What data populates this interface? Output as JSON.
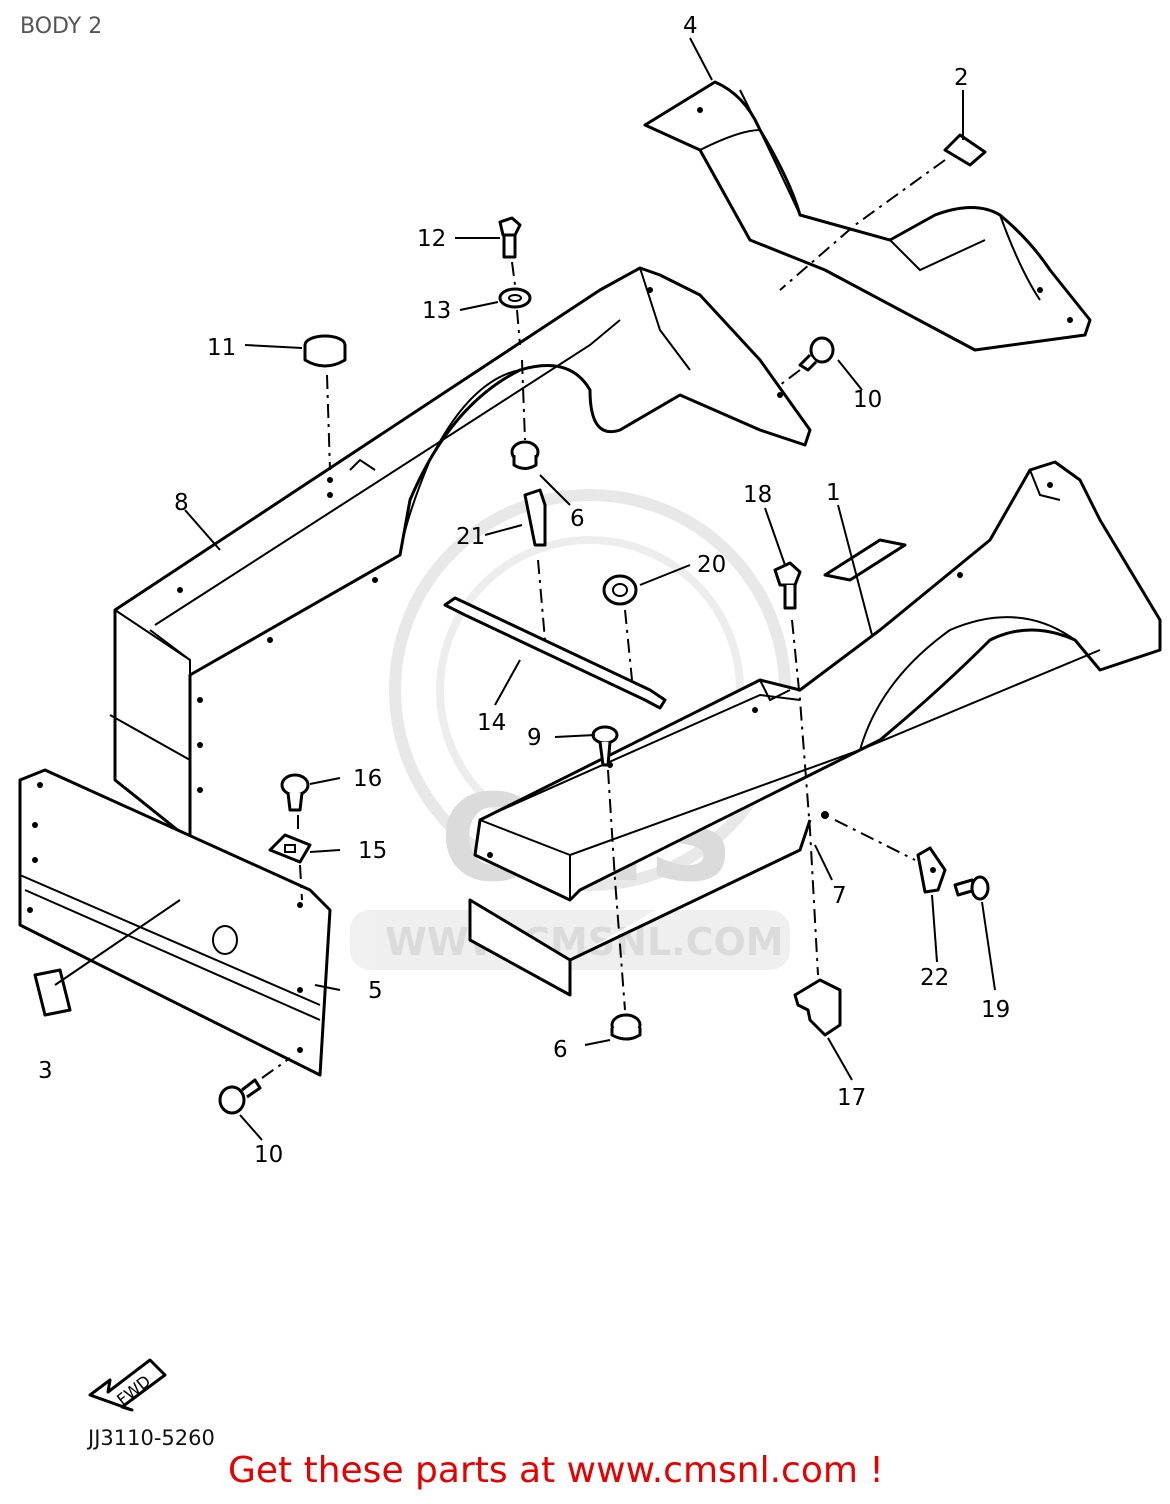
{
  "page": {
    "title": "BODY 2",
    "diagram_code": "JJ3110-5260",
    "promo": "Get these parts at www.cmsnl.com !"
  },
  "watermark": {
    "logo_text": "CMS",
    "url_text": "WWW.CMSNL.COM"
  },
  "direction_arrow": {
    "label": "FWD"
  },
  "callouts": [
    {
      "id": "c1",
      "label": "1"
    },
    {
      "id": "c2",
      "label": "2"
    },
    {
      "id": "c3",
      "label": "3"
    },
    {
      "id": "c4",
      "label": "4"
    },
    {
      "id": "c5",
      "label": "5"
    },
    {
      "id": "c6a",
      "label": "6"
    },
    {
      "id": "c6b",
      "label": "6"
    },
    {
      "id": "c7",
      "label": "7"
    },
    {
      "id": "c8",
      "label": "8"
    },
    {
      "id": "c9",
      "label": "9"
    },
    {
      "id": "c10a",
      "label": "10"
    },
    {
      "id": "c10b",
      "label": "10"
    },
    {
      "id": "c11",
      "label": "11"
    },
    {
      "id": "c12",
      "label": "12"
    },
    {
      "id": "c13",
      "label": "13"
    },
    {
      "id": "c14",
      "label": "14"
    },
    {
      "id": "c15",
      "label": "15"
    },
    {
      "id": "c16",
      "label": "16"
    },
    {
      "id": "c17",
      "label": "17"
    },
    {
      "id": "c18",
      "label": "18"
    },
    {
      "id": "c19",
      "label": "19"
    },
    {
      "id": "c20",
      "label": "20"
    },
    {
      "id": "c21",
      "label": "21"
    },
    {
      "id": "c22",
      "label": "22"
    }
  ]
}
